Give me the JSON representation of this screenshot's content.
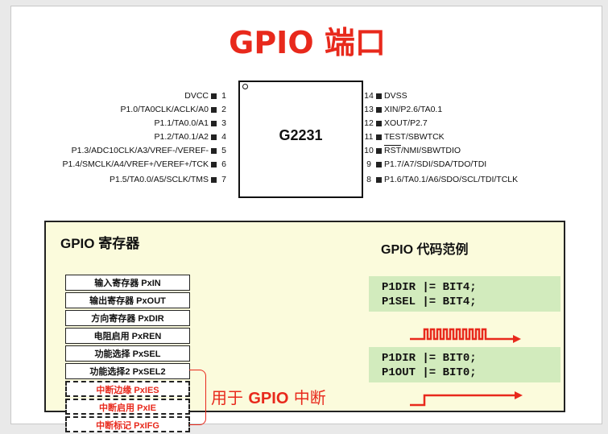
{
  "title": "GPIO 端口",
  "chip": {
    "name": "G2231",
    "left_pins": [
      {
        "label": "DVCC",
        "num": "1"
      },
      {
        "label": "P1.0/TA0CLK/ACLK/A0",
        "num": "2"
      },
      {
        "label": "P1.1/TA0.0/A1",
        "num": "3"
      },
      {
        "label": "P1.2/TA0.1/A2",
        "num": "4"
      },
      {
        "label": "P1.3/ADC10CLK/A3/VREF-/VEREF-",
        "num": "5"
      },
      {
        "label": "P1.4/SMCLK/A4/VREF+/VEREF+/TCK",
        "num": "6"
      },
      {
        "label": "P1.5/TA0.0/A5/SCLK/TMS",
        "num": "7"
      }
    ],
    "right_pins": [
      {
        "num": "14",
        "label": "DVSS"
      },
      {
        "num": "13",
        "label": "XIN/P2.6/TA0.1"
      },
      {
        "num": "12",
        "label": "XOUT/P2.7"
      },
      {
        "num": "11",
        "label": "TEST/SBWTCK"
      },
      {
        "num": "10",
        "label_overline": "RST",
        "label_rest": "/NMI/SBWTDIO"
      },
      {
        "num": "9",
        "label": "P1.7/A7/SDI/SDA/TDO/TDI"
      },
      {
        "num": "8",
        "label": "P1.6/TA0.1/A6/SDO/SCL/TDI/TCLK"
      }
    ]
  },
  "registers": {
    "title": "GPIO 寄存器",
    "items": [
      "输入寄存器 PxIN",
      "输出寄存器 PxOUT",
      "方向寄存器 PxDIR",
      "电阻启用 PxREN",
      "功能选择 PxSEL",
      "功能选择2 PxSEL2",
      "中断边缘 PxIES",
      "中断启用 PxIE",
      "中断标记 PxIFG"
    ],
    "interrupt_label_prefix": "用于 ",
    "interrupt_label_bold": "GPIO",
    "interrupt_label_suffix": " 中断"
  },
  "examples": {
    "title": "GPIO 代码范例",
    "block1": [
      "P1DIR |= BIT4;",
      "P1SEL |= BIT4;"
    ],
    "block2": [
      "P1DIR |= BIT0;",
      "P1OUT |= BIT0;"
    ]
  },
  "colors": {
    "accent": "#e8291c",
    "code_bg": "#d2ebbd",
    "panel_bg": "#fbfbdc"
  }
}
